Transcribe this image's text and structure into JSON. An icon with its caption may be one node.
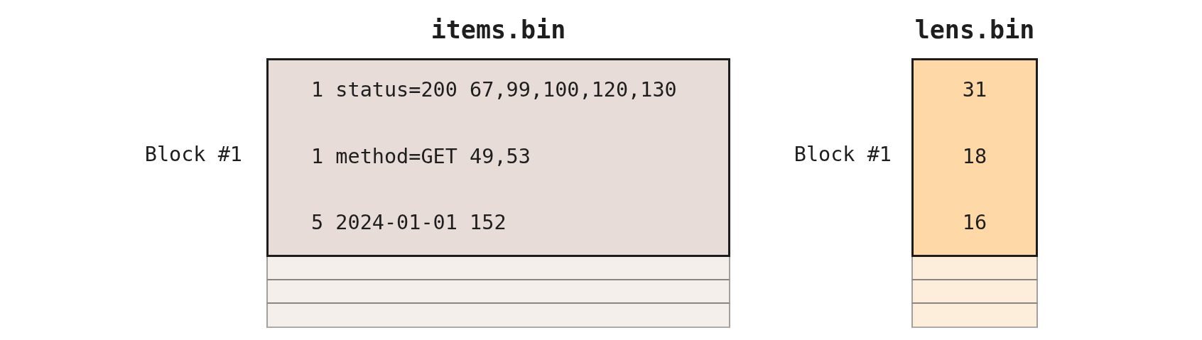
{
  "diagram": {
    "nodes": [
      {
        "text": [
          "items.bin",
          "1 status=200 67,99,100,120,130",
          "1 method=GET 49,53",
          "5 2024-01-01 152"
        ],
        "beside": [
          "Block #1"
        ]
      },
      {
        "text": [],
        "shape": "box"
      },
      {
        "text": [],
        "shape": "box"
      },
      {
        "text": [],
        "shape": "box"
      },
      {
        "text": [
          "lens.bin",
          "31",
          "18",
          "16"
        ],
        "beside": [
          "Block #1"
        ]
      },
      {
        "text": [],
        "shape": "box"
      },
      {
        "text": [],
        "shape": "box"
      },
      {
        "text": [],
        "shape": "box"
      }
    ]
  }
}
